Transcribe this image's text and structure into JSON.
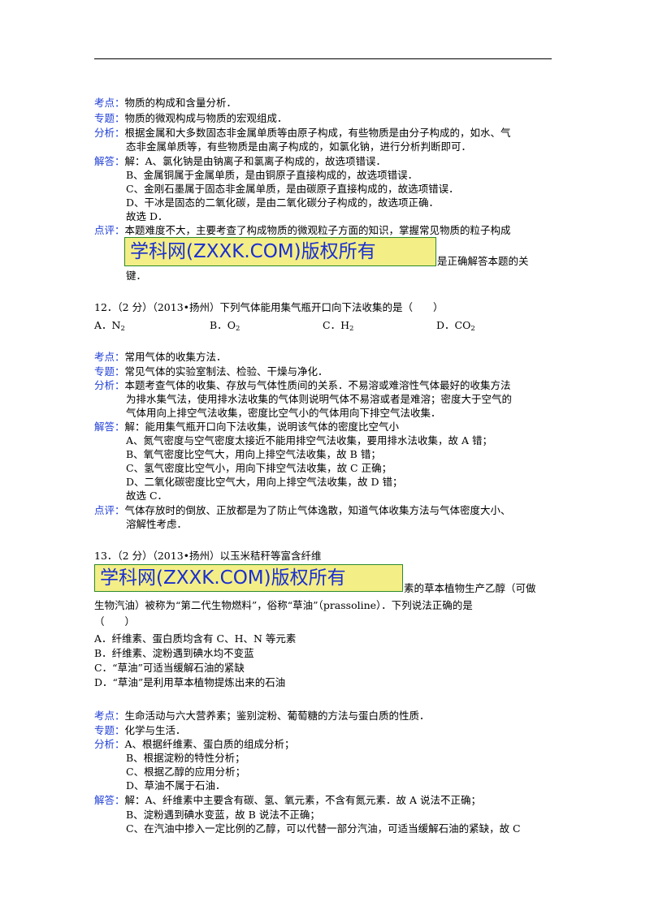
{
  "labels": {
    "kaodian": "考点：",
    "zhuanti": "专题：",
    "fenxi": "分析：",
    "jieda": "解答：",
    "dianping": "点评："
  },
  "watermark": "学科网(ZXXK.COM)版权所有",
  "q11": {
    "kaodian": "物质的构成和含量分析．",
    "zhuanti": "物质的微观构成与物质的宏观组成．",
    "fenxi": [
      "根据金属和大多数固态非金属单质等由原子构成，有些物质是由分子构成的，如水、气",
      "态非金属单质等，有些物质是由离子构成的，如氯化钠，进行分析判断即可．"
    ],
    "jieda": [
      "解：A、氯化钠是由钠离子和氯离子构成的，故选项错误．",
      "B、金属铜属于金属单质，是由铜原子直接构成的，故选项错误．",
      "C、金刚石墨属于固态非金属单质，是由碳原子直接构成的，故选项错误．",
      "D、干冰是固态的二氧化碳，是由二氧化碳分子构成的，故选项正确．",
      "故选 D．"
    ],
    "dianping": [
      "本题难度不大，主要考查了构成物质的微观粒子方面的知识，掌握常见物质的粒子构成",
      "是正确解答本题的关",
      "键．"
    ]
  },
  "q12": {
    "stem": "12．（2 分）（2013•扬州）下列气体能用集气瓶开口向下法收集的是（　　）",
    "options": [
      {
        "letter": "A．",
        "base": "N",
        "sub": "2"
      },
      {
        "letter": "B．",
        "base": "O",
        "sub": "2"
      },
      {
        "letter": "C．",
        "base": "H",
        "sub": "2"
      },
      {
        "letter": "D．",
        "base": "CO",
        "sub": "2"
      }
    ],
    "kaodian": "常用气体的收集方法．",
    "zhuanti": "常见气体的实验室制法、检验、干燥与净化．",
    "fenxi": [
      "本题考查气体的收集、存放与气体性质间的关系．不易溶或难溶性气体最好的收集方法",
      "为排水集气法，使用排水法收集的气体则说明气体不易溶或者是难溶；密度大于空气的",
      "气体用向上排空气法收集，密度比空气小的气体用向下排空气法收集．"
    ],
    "jieda": [
      "解：能用集气瓶开口向下法收集，说明该气体的密度比空气小",
      "A、氮气密度与空气密度太接近不能用排空气法收集，要用排水法收集，故 A 错；",
      "B、氧气密度比空气大，用向上排空气法收集，故 B 错；",
      "C、氢气密度比空气小，用向下排空气法收集，故 C 正确；",
      "D、二氧化碳密度比空气大，用向上排空气法收集，故 D 错；",
      "故选 C．"
    ],
    "dianping": [
      "气体存放时的倒放、正放都是为了防止气体逸散，知道气体收集方法与气体密度大小、",
      "溶解性考虑．"
    ]
  },
  "q13": {
    "stem": [
      "13．（2 分）（2013•扬州）以玉米秸秆等富含纤维",
      "素的草本植物生产乙醇（可做",
      "生物汽油）被称为“第二代生物燃料”，俗称“草油”（prassoline）．下列说法正确的是",
      "（　　）"
    ],
    "options": [
      "A．纤维素、蛋白质均含有 C、H、N 等元素",
      "B．纤维素、淀粉遇到碘水均不变蓝",
      "C．“草油”可适当缓解石油的紧缺",
      "D．“草油”是利用草本植物提炼出来的石油"
    ],
    "kaodian": "生命活动与六大营养素；鉴别淀粉、葡萄糖的方法与蛋白质的性质．",
    "zhuanti": "化学与生活．",
    "fenxi": [
      "A、根据纤维素、蛋白质的组成分析；",
      "B、根据淀粉的特性分析；",
      "C、根据乙醇的应用分析；",
      "D、草油不属于石油．"
    ],
    "jieda": [
      "解：A、纤维素中主要含有碳、氢、氧元素，不含有氮元素．故 A 说法不正确；",
      "B、淀粉遇到碘水变蓝，故 B 说法不正确；",
      "C、在汽油中掺入一定比例的乙醇，可以代替一部分汽油，可适当缓解石油的紧缺，故 C"
    ]
  }
}
